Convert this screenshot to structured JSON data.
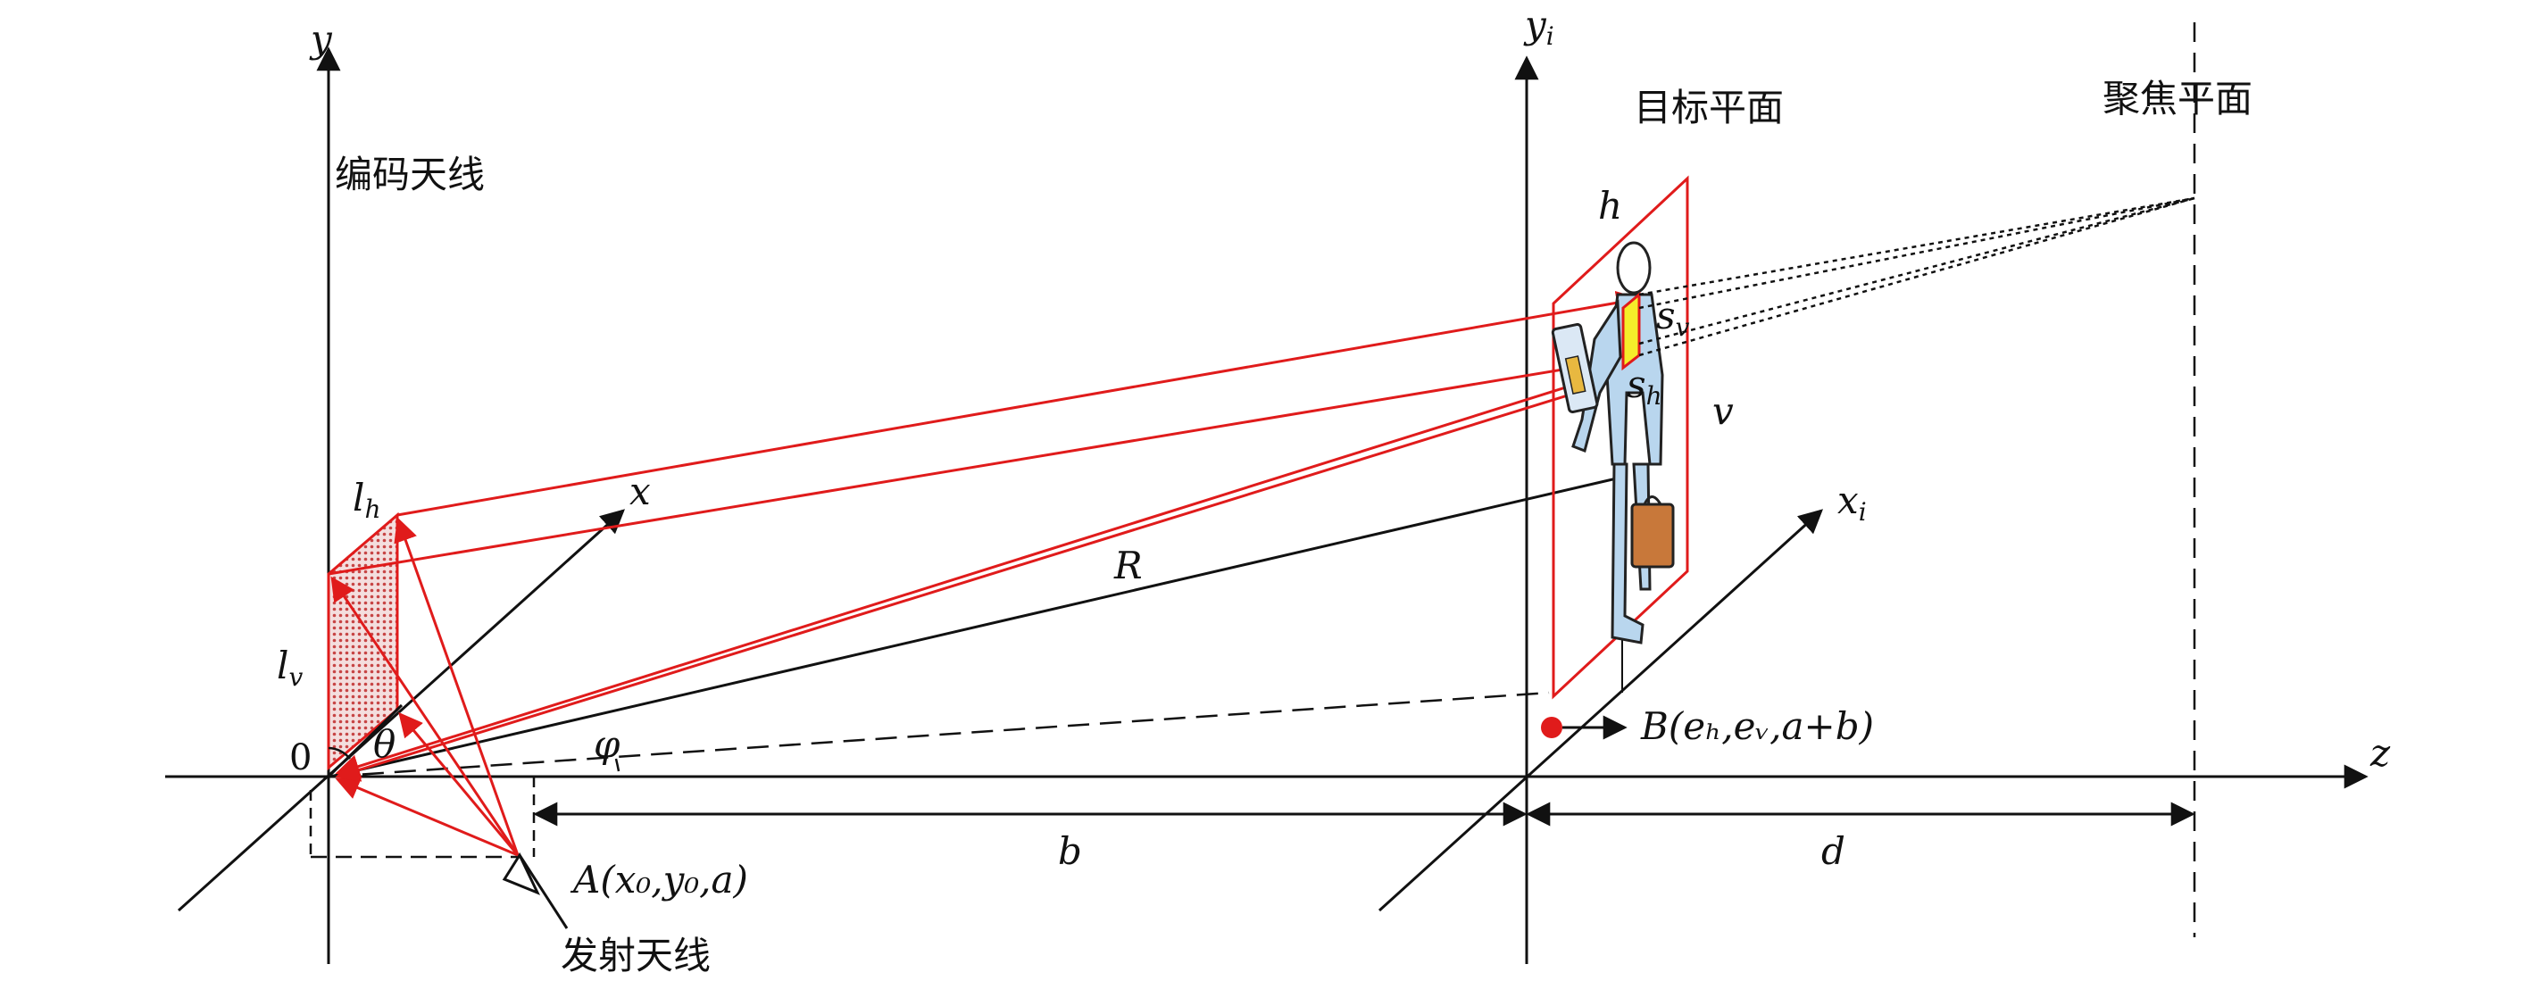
{
  "labels": {
    "coding_antenna": "编码天线",
    "transmit_antenna": "发射天线",
    "target_plane": "目标平面",
    "focus_plane": "聚焦平面",
    "origin": "0"
  },
  "axes": {
    "y": "y",
    "x": "x",
    "z": "z",
    "yi_main": "y",
    "yi_sub": "i",
    "xi_main": "x",
    "xi_sub": "i"
  },
  "symbols": {
    "lh_main": "l",
    "lh_sub": "h",
    "lv_main": "l",
    "lv_sub": "v",
    "theta": "θ",
    "phi": "φ",
    "R": "R",
    "b": "b",
    "d": "d",
    "h": "h",
    "v": "v",
    "sv_main": "s",
    "sv_sub": "v",
    "sh_main": "s",
    "sh_sub": "h"
  },
  "points": {
    "A_label": "A(x₀,y₀,a)",
    "B_label": "B(eₕ,eᵥ,a+b)"
  },
  "colors": {
    "axis": "#111111",
    "ray": "#e01b1b",
    "aperture_fill": "#c74545",
    "highlight": "#f5ee2a",
    "person_body": "#b9d6ee",
    "case": "#c8783a"
  }
}
